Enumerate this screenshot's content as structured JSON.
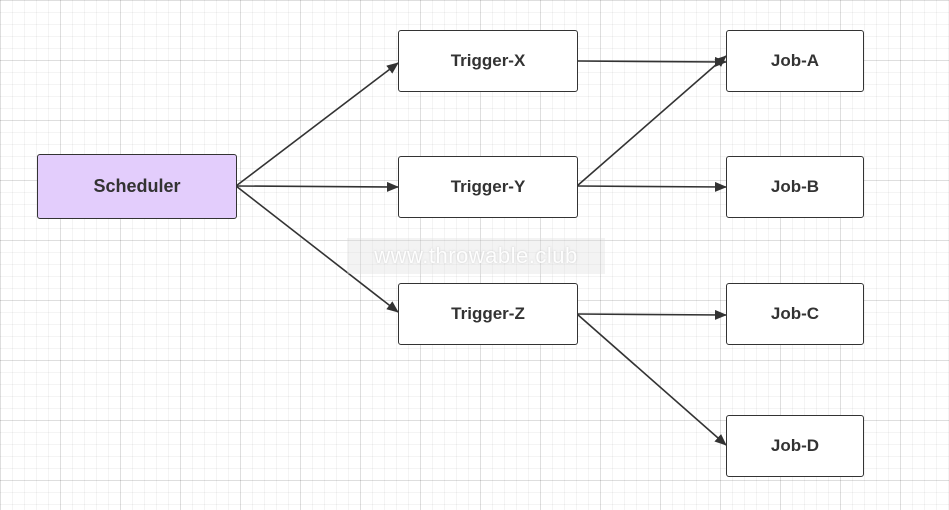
{
  "diagram": {
    "nodes": {
      "scheduler": "Scheduler",
      "trigger_x": "Trigger-X",
      "trigger_y": "Trigger-Y",
      "trigger_z": "Trigger-Z",
      "job_a": "Job-A",
      "job_b": "Job-B",
      "job_c": "Job-C",
      "job_d": "Job-D"
    },
    "edges": [
      {
        "from": "Scheduler",
        "to": "Trigger-X"
      },
      {
        "from": "Scheduler",
        "to": "Trigger-Y"
      },
      {
        "from": "Scheduler",
        "to": "Trigger-Z"
      },
      {
        "from": "Trigger-X",
        "to": "Job-A"
      },
      {
        "from": "Trigger-Y",
        "to": "Job-A"
      },
      {
        "from": "Trigger-Y",
        "to": "Job-B"
      },
      {
        "from": "Trigger-Z",
        "to": "Job-C"
      },
      {
        "from": "Trigger-Z",
        "to": "Job-D"
      }
    ],
    "colors": {
      "scheduler_fill": "#e3cdfc",
      "stroke": "#333333"
    }
  },
  "watermark": "www.throwable.club"
}
